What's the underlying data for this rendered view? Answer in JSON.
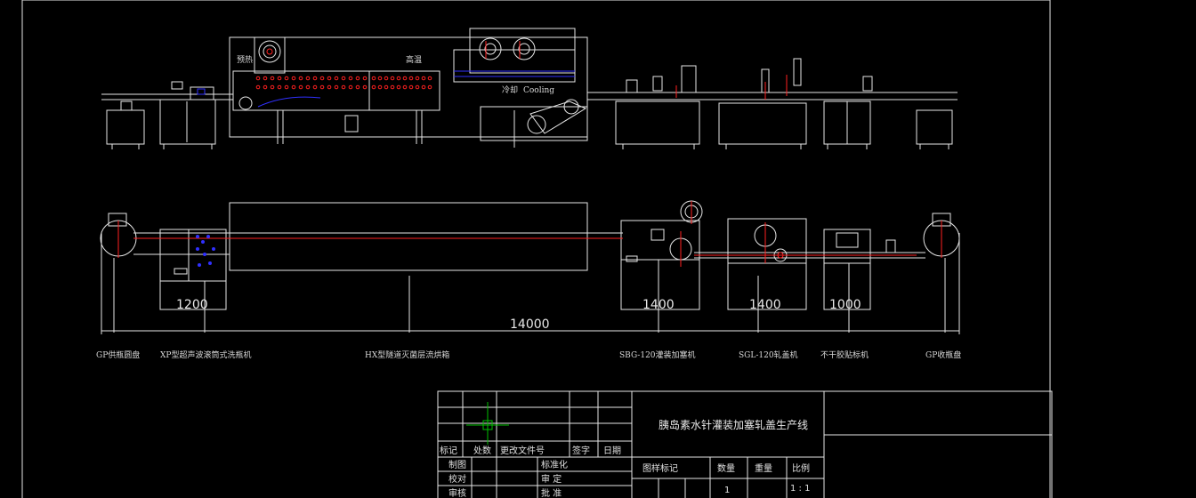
{
  "drawing": {
    "top_labels": {
      "preheat": "预热",
      "high_temp": "高温",
      "cooling_cn": "冷却",
      "cooling_en": "Cooling"
    },
    "dimensions": {
      "d1": "1200",
      "d2": "1400",
      "d3": "1400",
      "d4": "1000",
      "total": "14000"
    },
    "machine_labels": [
      "GP供瓶圆盘",
      "XP型超声波滚筒式洗瓶机",
      "HX型隧道灭菌层流烘箱",
      "SBG-120灌装加塞机",
      "SGL-120轧盖机",
      "不干胶贴标机",
      "GP收瓶盘"
    ]
  },
  "title_block": {
    "title": "胰岛素水针灌装加塞轧盖生产线",
    "rev_headers": [
      "标记",
      "处数",
      "更改文件号",
      "签字",
      "日期"
    ],
    "rows": [
      {
        "left": "制图",
        "right": "标准化"
      },
      {
        "left": "校对",
        "right": "审 定"
      },
      {
        "left": "审核",
        "right": "批 准"
      }
    ],
    "meta_headers": [
      "图样标记",
      "数量",
      "重量",
      "比例"
    ],
    "qty": "1",
    "ratio": "1 : 1"
  },
  "colors": {
    "line": "#e6e6e6",
    "red": "#ff2020",
    "blue": "#3030ff",
    "green": "#00c000"
  }
}
